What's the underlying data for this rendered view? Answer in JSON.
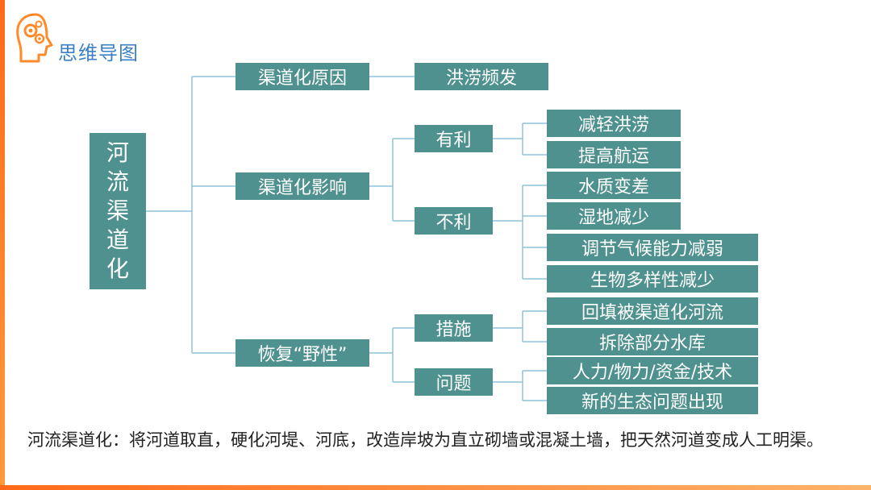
{
  "header": {
    "brand": "思维导图",
    "logo_icon": "head-gears-icon",
    "accent": "#ff7a22"
  },
  "colors": {
    "box": "#4e918f",
    "line": "#8fc3d8"
  },
  "mindmap": {
    "root": [
      "河",
      "流",
      "渠",
      "道",
      "化"
    ],
    "causes": {
      "label": "渠道化原因",
      "items": [
        "洪涝频发"
      ]
    },
    "impacts": {
      "label": "渠道化影响",
      "pros": {
        "label": "有利",
        "items": [
          "减轻洪涝",
          "提高航运"
        ]
      },
      "cons": {
        "label": "不利",
        "items": [
          "水质变差",
          "湿地减少",
          "调节气候能力减弱",
          "生物多样性减少"
        ]
      }
    },
    "restore": {
      "label": "恢复“野性”",
      "measures": {
        "label": "措施",
        "items": [
          "回填被渠道化河流",
          "拆除部分水库"
        ]
      },
      "problems": {
        "label": "问题",
        "items": [
          "人力/物力/资金/技术",
          "新的生态问题出现"
        ]
      }
    }
  },
  "note": "河流渠道化：将河道取直，硬化河堤、河底，改造岸坡为直立砌墙或混凝土墙，把天然河道变成人工明渠。"
}
